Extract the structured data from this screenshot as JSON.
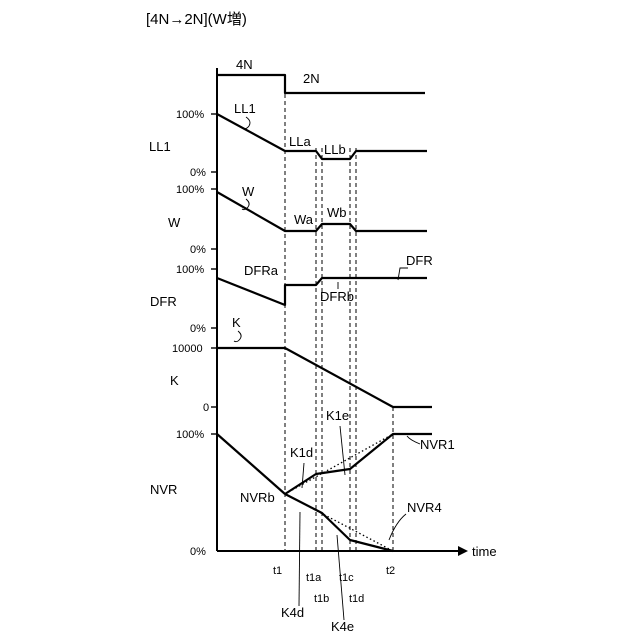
{
  "header": {
    "title": "[4N→2N](W増)"
  },
  "mode": {
    "before": "4N",
    "after": "2N"
  },
  "rows": {
    "ll1": {
      "label": "LL1",
      "top_tick": "100%",
      "bottom_tick": "0%"
    },
    "w": {
      "label": "W",
      "top_tick": "100%",
      "bottom_tick": "0%"
    },
    "dfr": {
      "label": "DFR",
      "top_tick": "100%",
      "bottom_tick": "0%"
    },
    "k": {
      "label": "K",
      "top_tick": "10000",
      "bottom_tick": "0"
    },
    "nvr": {
      "label": "NVR",
      "top_tick": "100%",
      "bottom_tick": "0%"
    }
  },
  "annotations": {
    "ll1": "LL1",
    "lla": "LLa",
    "llb": "LLb",
    "w": "W",
    "wa": "Wa",
    "wb": "Wb",
    "dfra": "DFRa",
    "dfrb": "DFRb",
    "dfr": "DFR",
    "k": "K",
    "k1d": "K1d",
    "k1e": "K1e",
    "nvrb": "NVRb",
    "nvr1": "NVR1",
    "nvr4": "NVR4",
    "k4d": "K4d",
    "k4e": "K4e"
  },
  "time_axis": {
    "label": "time",
    "ticks": {
      "t1": "t1",
      "t1a": "t1a",
      "t1b": "t1b",
      "t1c": "t1c",
      "t1d": "t1d",
      "t2": "t2"
    }
  }
}
